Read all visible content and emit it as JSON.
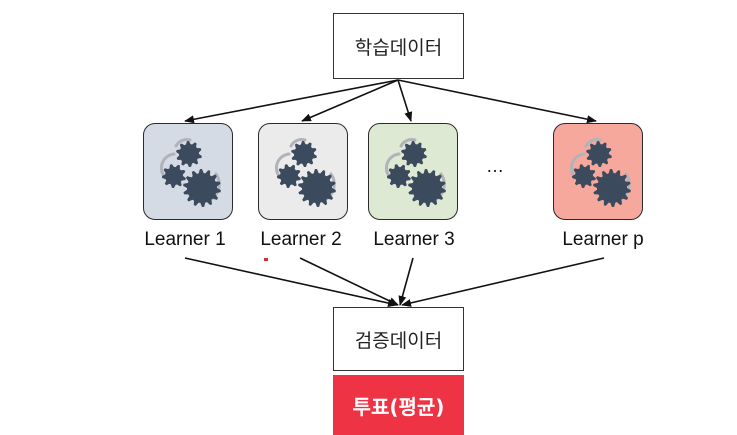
{
  "input_box": {
    "label": "학습데이터"
  },
  "learners": [
    {
      "label": "Learner 1",
      "bg": "#d5dbe4"
    },
    {
      "label": "Learner 2",
      "bg": "#ebebeb"
    },
    {
      "label": "Learner 3",
      "bg": "#dde9d3"
    },
    {
      "label": "Learner p",
      "bg": "#f6a89c"
    }
  ],
  "ellipsis": "…",
  "validation_box": {
    "label": "검증데이터"
  },
  "vote_box": {
    "label": "투표(평균)",
    "color": "#ee3344"
  },
  "gear_color": "#3b4a5c",
  "arc_color": "#b0b4ba"
}
